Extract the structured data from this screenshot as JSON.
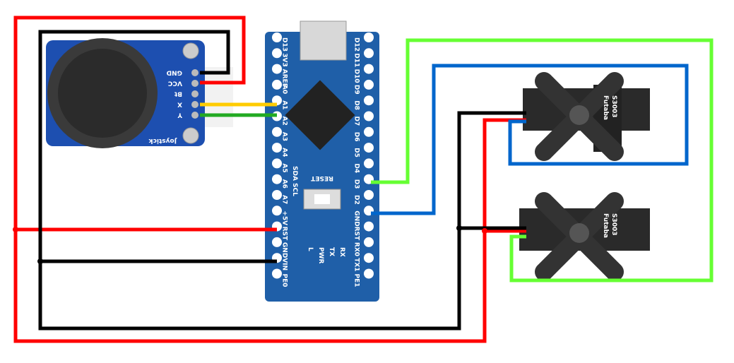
{
  "arduino": {
    "left_pins": [
      "D13",
      "3V3",
      "AREF",
      "A0",
      "A1",
      "A2",
      "A3",
      "A4",
      "A5",
      "A6",
      "A7",
      "+5V",
      "RST",
      "GND",
      "VIN",
      "PE0"
    ],
    "right_pins": [
      "D12",
      "D11",
      "D10",
      "D9",
      "D8",
      "D7",
      "D6",
      "D5",
      "D4",
      "D3",
      "D2",
      "GND",
      "RST",
      "RX0",
      "TX1",
      "PE1"
    ],
    "extra_labels": {
      "sda_scl": "SDA SCL",
      "reset": "RESET",
      "led_l": "L",
      "led_pwr": "PWR",
      "led_tx": "TX",
      "led_rx": "RX"
    },
    "board_color": "#1f5fa8"
  },
  "joystick": {
    "label": "Joystick",
    "pins": [
      "GND",
      "VCC",
      "Bt",
      "X",
      "Y"
    ],
    "board_color": "#1d4fb0"
  },
  "servos": [
    {
      "brand": "Futaba",
      "model": "S3003"
    },
    {
      "brand": "Futaba",
      "model": "S3003"
    }
  ],
  "wire_colors": {
    "red": "#ff0000",
    "black": "#000000",
    "yellow": "#ffcc00",
    "green": "#22aa22",
    "lime": "#66ff33",
    "blue": "#0066cc"
  }
}
